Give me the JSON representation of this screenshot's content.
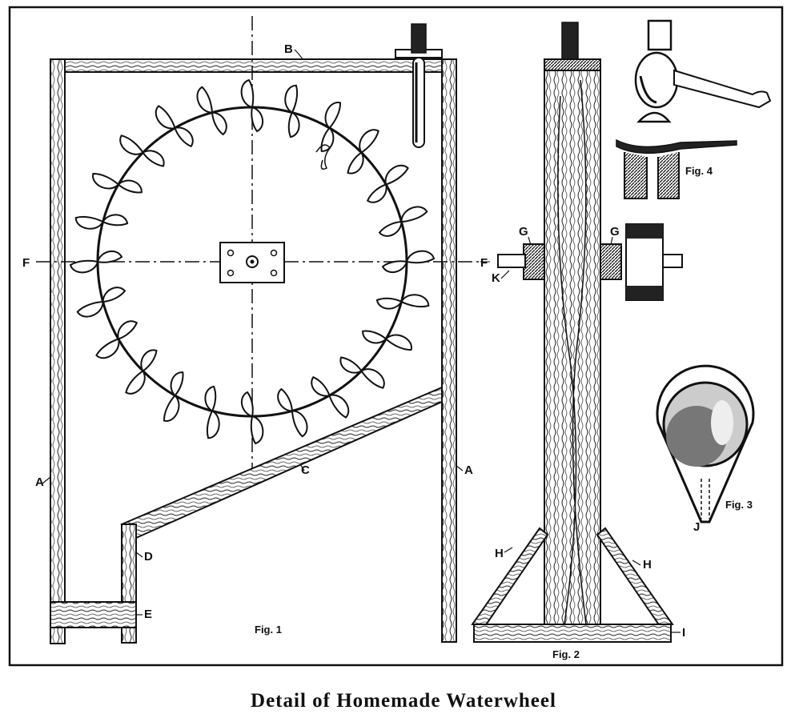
{
  "caption": "Detail of Homemade Waterwheel",
  "figure_labels": {
    "fig1": "Fig. 1",
    "fig2": "Fig. 2",
    "fig3": "Fig. 3",
    "fig4": "Fig. 4"
  },
  "part_labels": {
    "A_left": "A",
    "A_right": "A",
    "B": "B",
    "C": "C",
    "D": "D",
    "E": "E",
    "F_left": "F",
    "F_right": "F",
    "G_left": "G",
    "G_right": "G",
    "H_left": "H",
    "H_right": "H",
    "I": "I",
    "J": "J",
    "K": "K"
  },
  "wheel": {
    "bucket_count": 24
  },
  "colors": {
    "ink": "#111111",
    "paper": "#ffffff"
  }
}
